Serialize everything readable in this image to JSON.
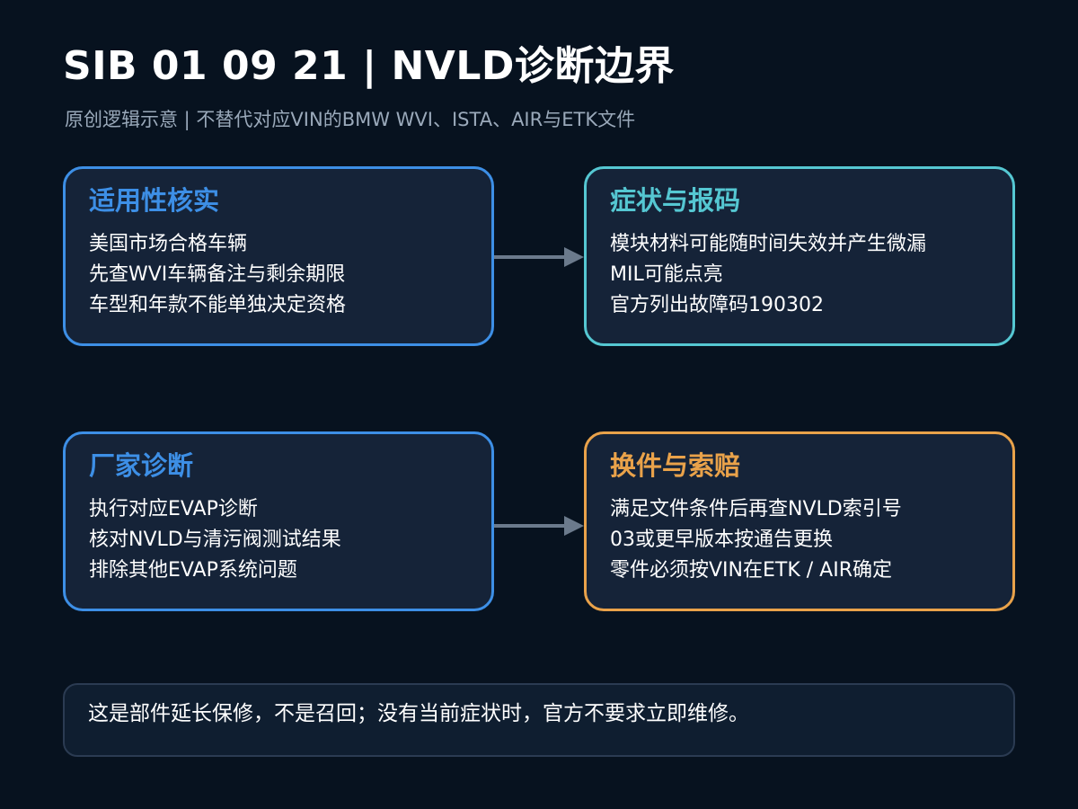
{
  "header": {
    "title": "SIB 01 09 21 | NVLD诊断边界",
    "subtitle": "原创逻辑示意 | 不替代对应VIN的BMW WVI、ISTA、AIR与ETK文件"
  },
  "cards": {
    "eligibility": {
      "title": "适用性核实",
      "lines": [
        "美国市场合格车辆",
        "先查WVI车辆备注与剩余期限",
        "车型和年款不能单独决定资格"
      ]
    },
    "symptom": {
      "title": "症状与报码",
      "lines": [
        "模块材料可能随时间失效并产生微漏",
        "MIL可能点亮",
        "官方列出故障码190302"
      ]
    },
    "diagnosis": {
      "title": "厂家诊断",
      "lines": [
        "执行对应EVAP诊断",
        "核对NVLD与清污阀测试结果",
        "排除其他EVAP系统问题"
      ]
    },
    "replacement": {
      "title": "换件与索赔",
      "lines": [
        "满足文件条件后再查NVLD索引号",
        "03或更早版本按通告更换",
        "零件必须按VIN在ETK / AIR确定"
      ]
    }
  },
  "note": {
    "text": "这是部件延长保修，不是召回；没有当前症状时，官方不要求立即维修。"
  },
  "colors": {
    "background": "#07121f",
    "card_fill": "#152338",
    "blue": "#3d8fe6",
    "cyan": "#55c7d2",
    "orange": "#e9a24a",
    "arrow": "#6b7a8c",
    "subtitle": "#9aa9ba"
  }
}
